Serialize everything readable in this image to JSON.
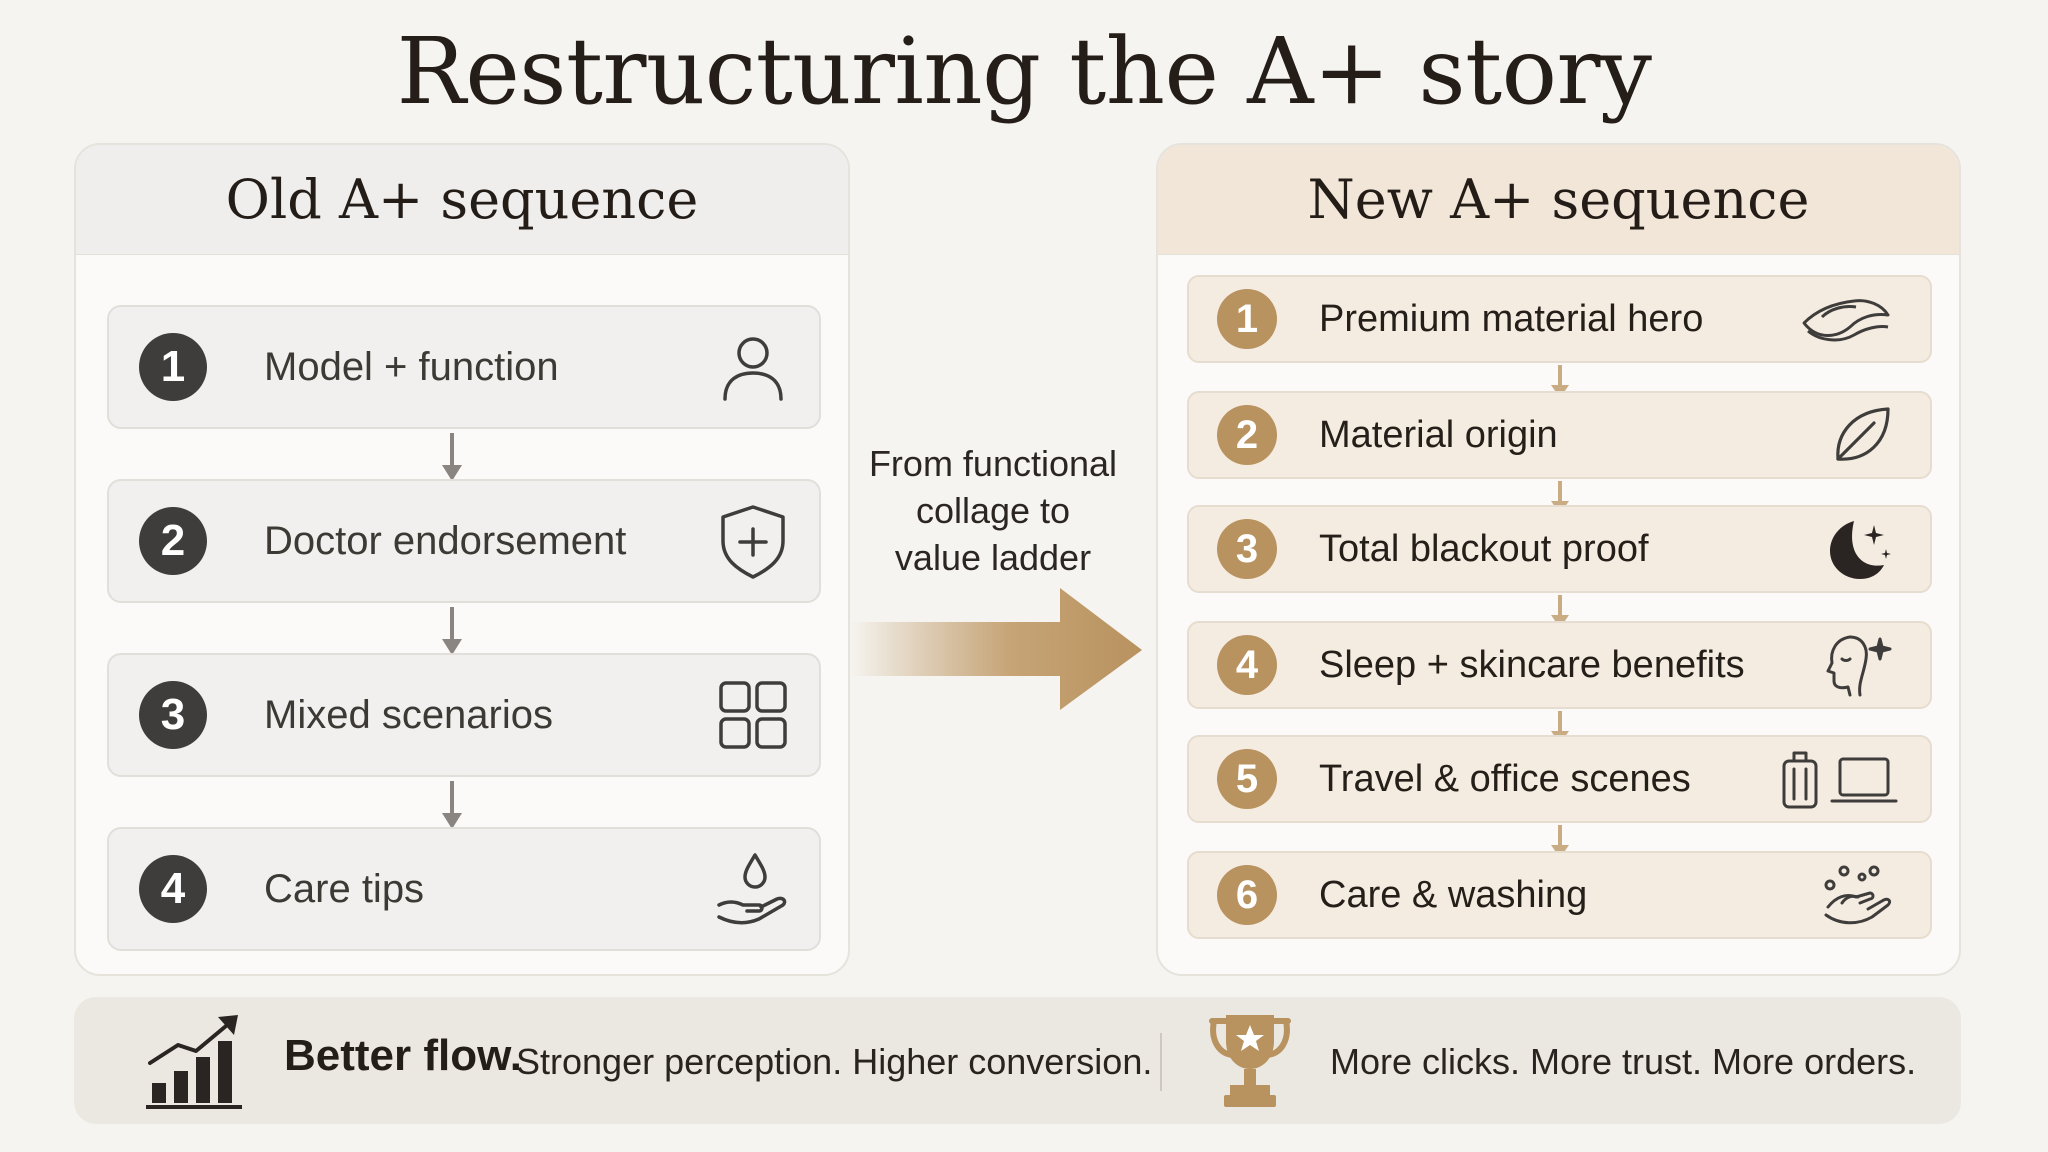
{
  "title": "Restructuring the A+ story",
  "old_panel": {
    "heading": "Old A+ sequence",
    "items": [
      {
        "num": "1",
        "label": "Model + function",
        "icon": "person-icon"
      },
      {
        "num": "2",
        "label": "Doctor endorsement",
        "icon": "shield-plus-icon"
      },
      {
        "num": "3",
        "label": "Mixed scenarios",
        "icon": "grid-icon"
      },
      {
        "num": "4",
        "label": "Care tips",
        "icon": "water-drop-hand-icon"
      }
    ]
  },
  "transition": {
    "line1": "From functional",
    "line2": "collage to",
    "line3": "value ladder"
  },
  "new_panel": {
    "heading": "New A+ sequence",
    "items": [
      {
        "num": "1",
        "label": "Premium material hero",
        "icon": "fabric-layers-icon"
      },
      {
        "num": "2",
        "label": "Material origin",
        "icon": "leaf-icon"
      },
      {
        "num": "3",
        "label": "Total blackout proof",
        "icon": "moon-stars-icon"
      },
      {
        "num": "4",
        "label": "Sleep + skincare benefits",
        "icon": "face-sparkle-icon"
      },
      {
        "num": "5",
        "label": "Travel & office scenes",
        "icon": "luggage-laptop-icon"
      },
      {
        "num": "6",
        "label": "Care & washing",
        "icon": "washing-hands-icon"
      }
    ]
  },
  "footer": {
    "strong": "Better flow.",
    "rest": "Stronger perception. Higher conversion.",
    "right": "More clicks. More trust. More orders."
  },
  "colors": {
    "gold": "#b8925f",
    "dark_circle": "#3f3d3b",
    "background": "#f6f4f0"
  }
}
